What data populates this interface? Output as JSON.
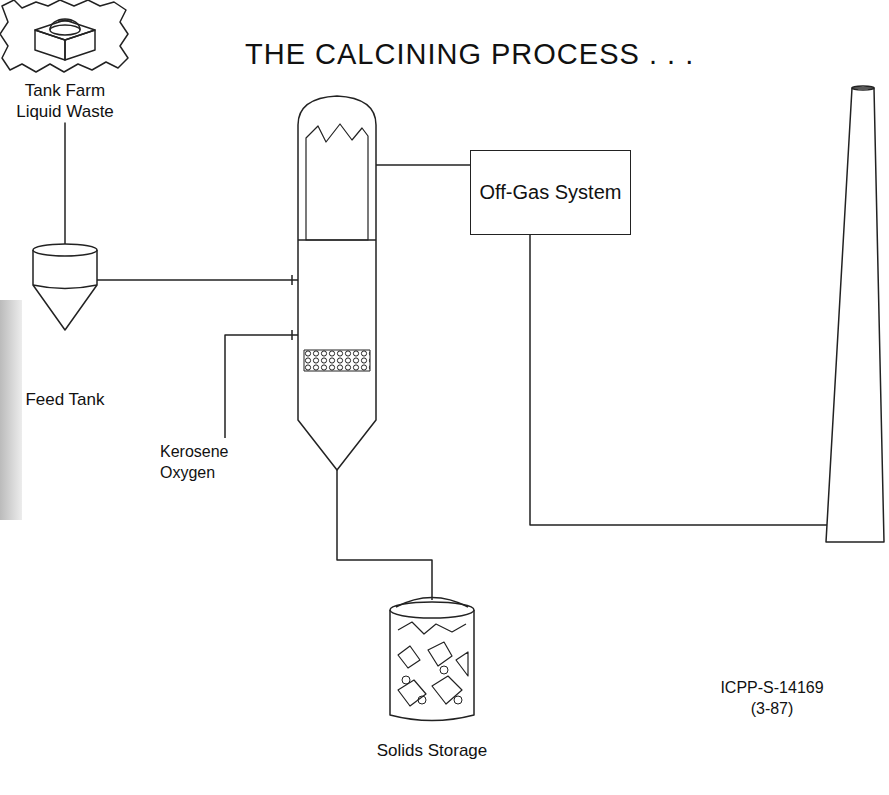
{
  "diagram": {
    "title": "THE CALCINING PROCESS . . .",
    "nodes": [
      {
        "text": [
          "Tank Farm Liquid Waste"
        ]
      },
      {
        "text": [
          "Feed Tank"
        ]
      },
      {
        "text": [
          "Off-Gas System"
        ]
      },
      {
        "text": [
          "Solids Storage"
        ]
      }
    ],
    "edges": [
      {
        "from": 0,
        "to": 1,
        "arrow": "none"
      }
    ],
    "labels": [
      "Kerosene Oxygen",
      "ICPP-S-14169 (3-87)"
    ]
  }
}
